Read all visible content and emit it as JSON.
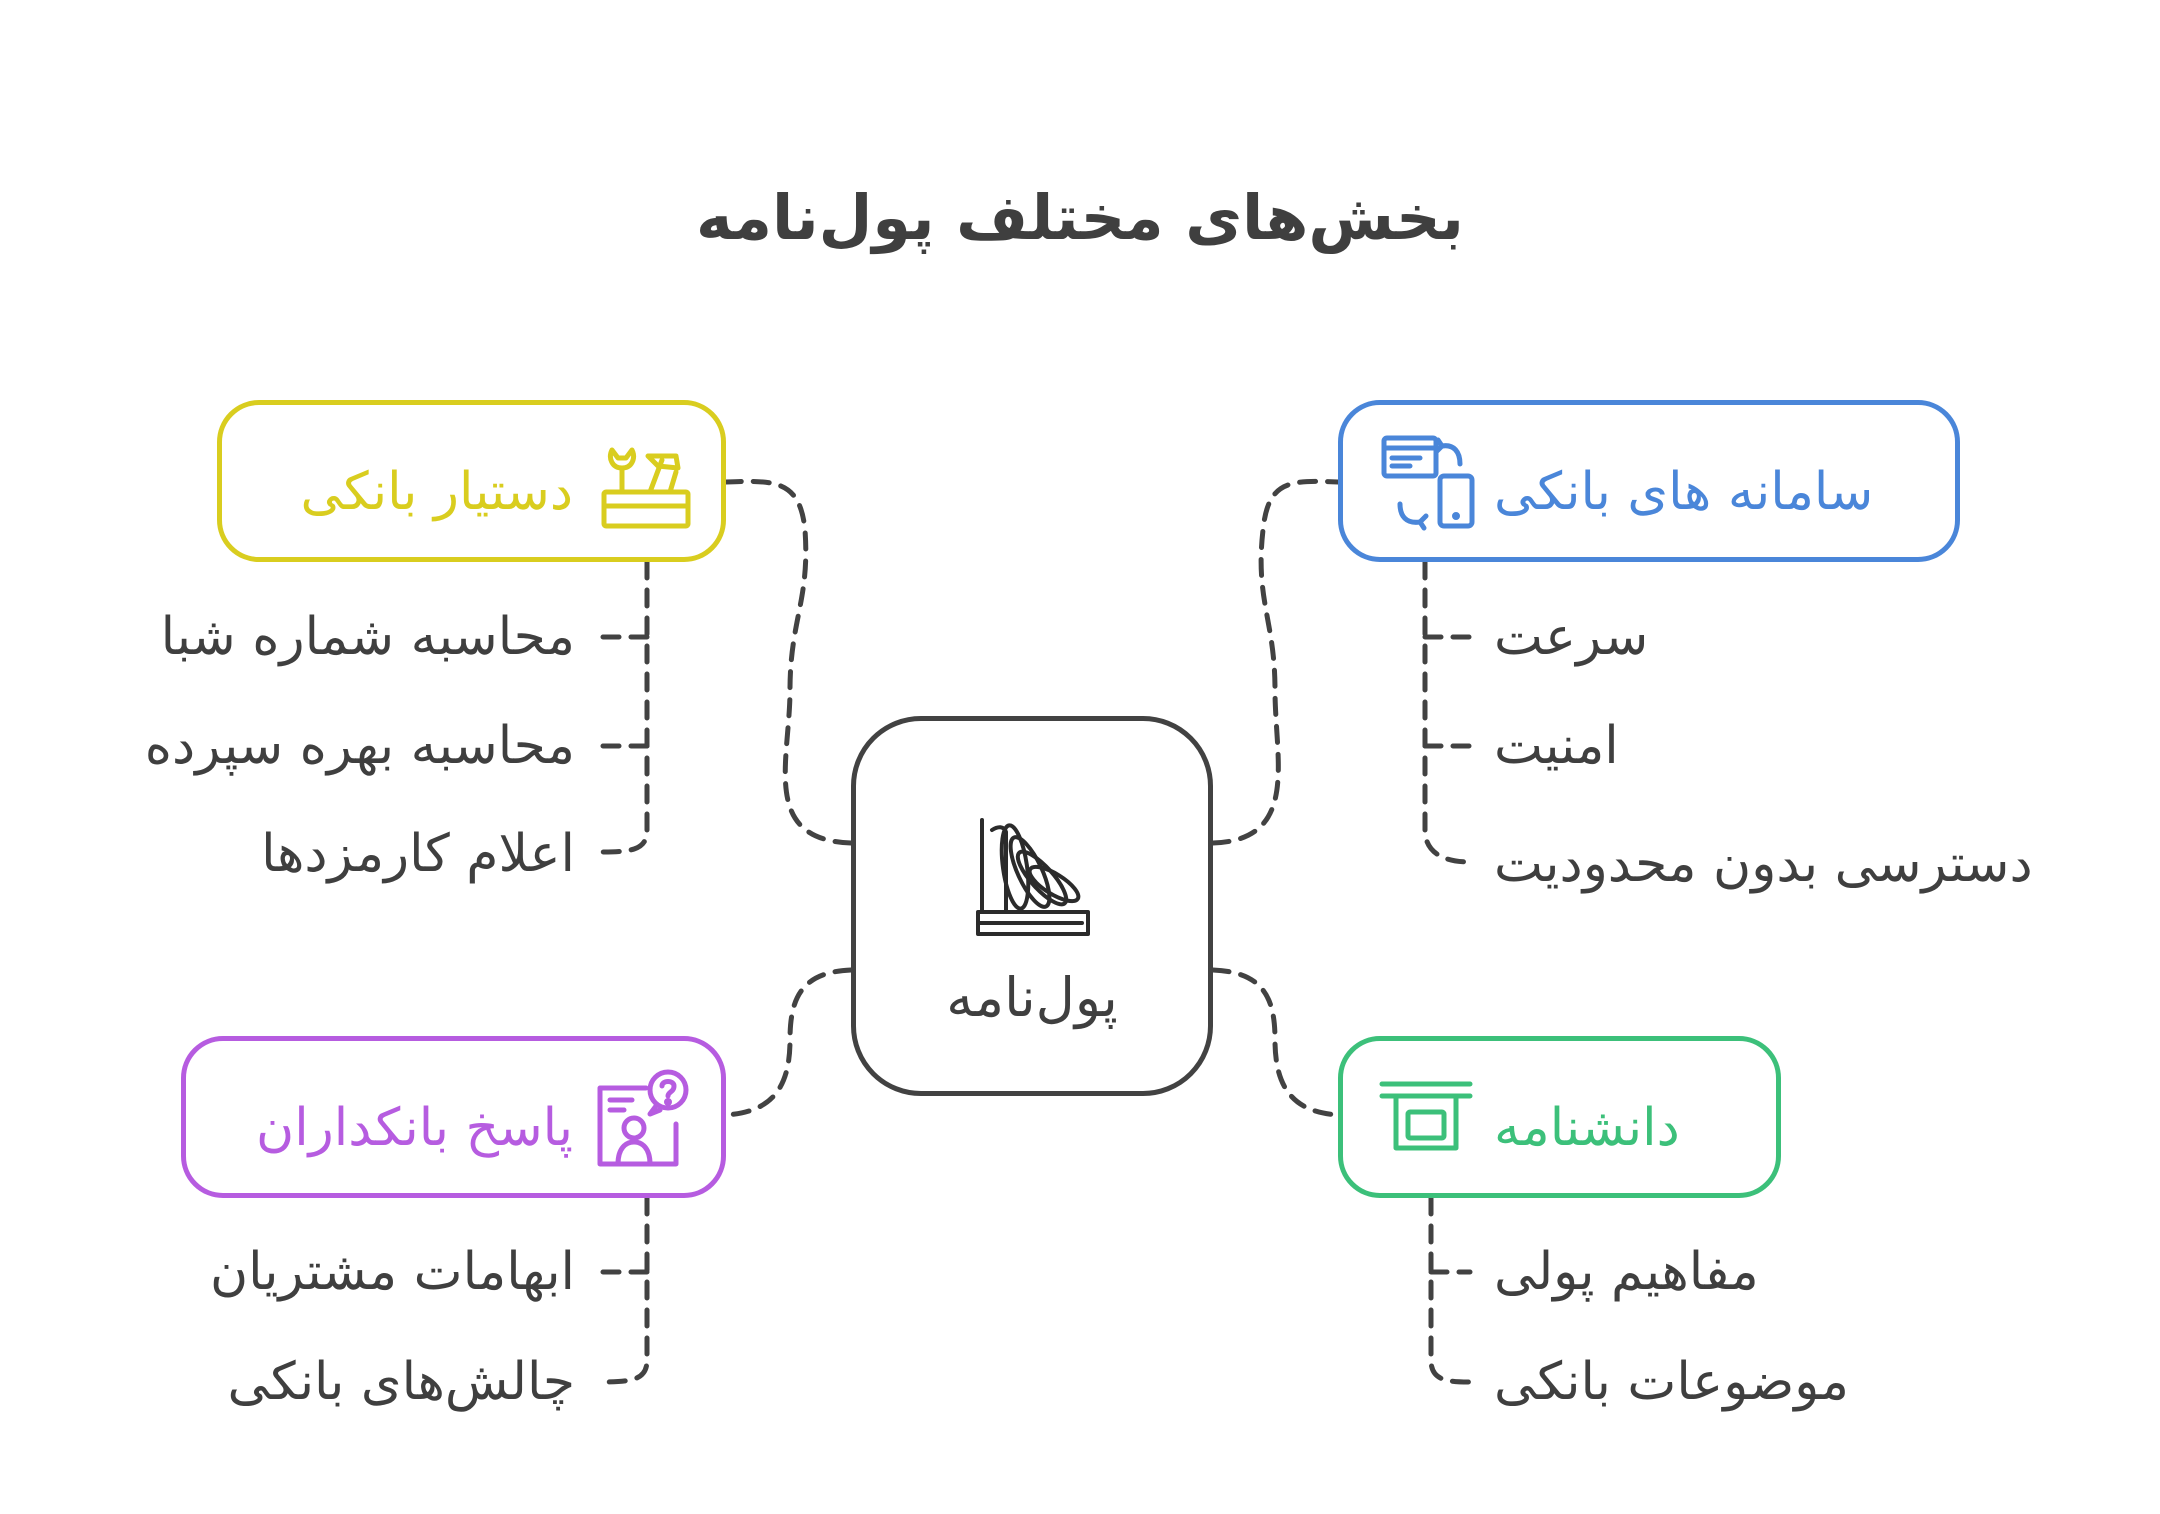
{
  "title": "بخش‌های مختلف پول‌نامه",
  "center": {
    "label": "پول‌نامه",
    "icon": "books-flipping-pages-icon"
  },
  "colors": {
    "yellow": "#d9cd1f",
    "blue": "#4a86d9",
    "purple": "#b65ce0",
    "green": "#3cc07a",
    "dark": "#424242"
  },
  "branches": {
    "assistant": {
      "label": "دستیار بانکی",
      "icon": "tools-toolbox-icon",
      "items": [
        "محاسبه شماره شبا",
        "محاسبه بهره سپرده",
        "اعلام کارمزدها"
      ]
    },
    "systems": {
      "label": "سامانه های بانکی",
      "icon": "window-mobile-sync-icon",
      "items": [
        "سرعت",
        "امنیت",
        "دسترسی بدون محدودیت"
      ]
    },
    "bankers": {
      "label": "پاسخ بانکداران",
      "icon": "person-question-icon",
      "items": [
        "ابهامات مشتریان",
        "چالش‌های بانکی"
      ]
    },
    "encyclopedia": {
      "label": "دانشنامه",
      "icon": "archive-box-icon",
      "items": [
        "مفاهیم پولی",
        "موضوعات بانکی"
      ]
    }
  }
}
